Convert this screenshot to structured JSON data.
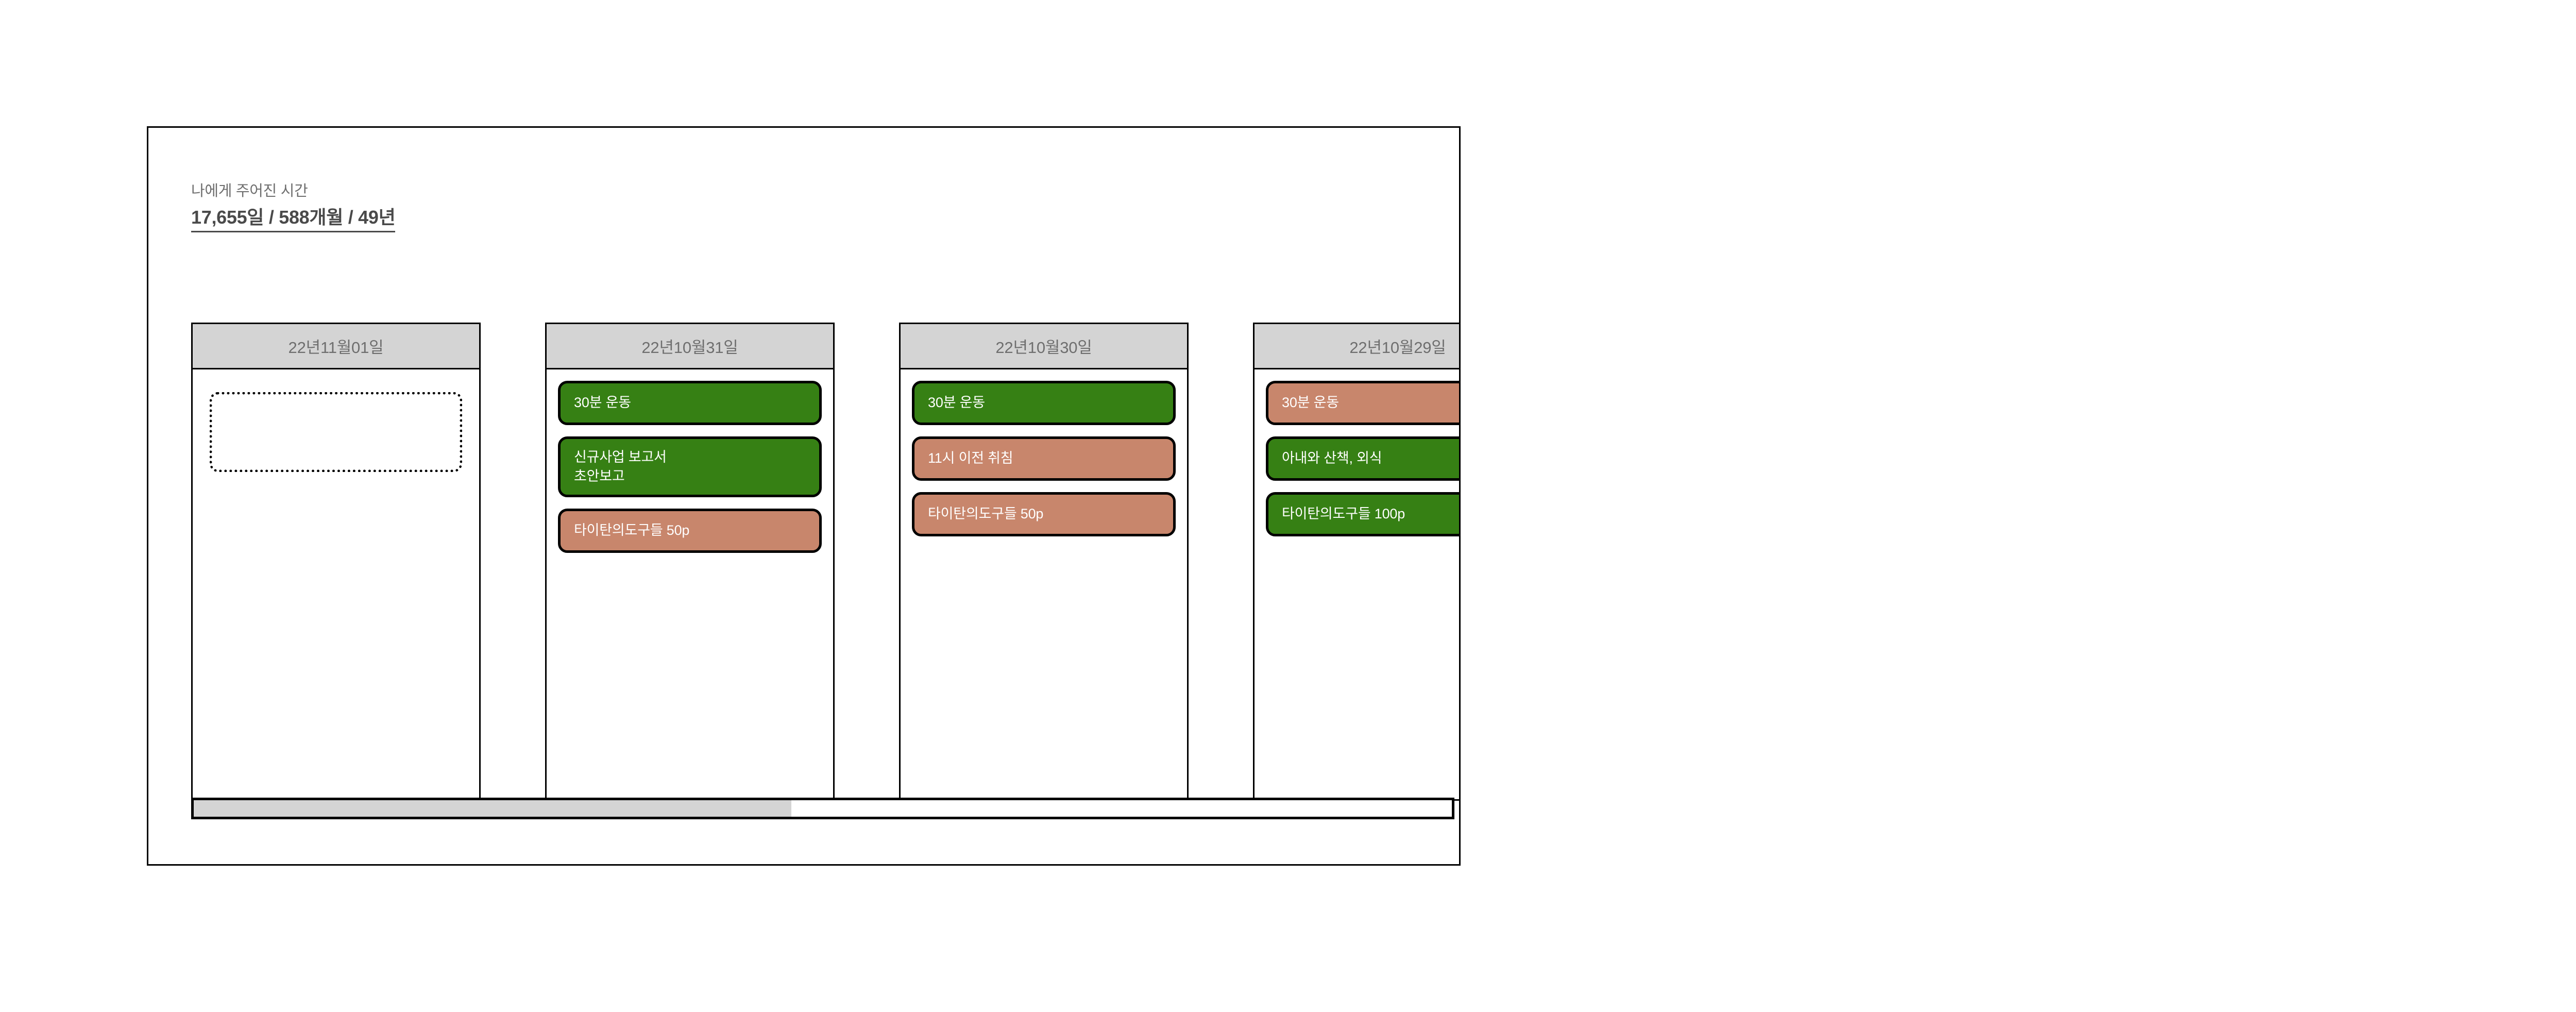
{
  "header": {
    "subtitle": "나에게 주어진 시간",
    "title": "17,655일 / 588개월 / 49년"
  },
  "colors": {
    "done_green": "#368014",
    "missed_salmon": "#c8866c",
    "column_header_gray": "#d4d4d4",
    "text_gray": "#6e6e6e",
    "border_black": "#000000",
    "scrollbar_thumb": "#d4d4d4"
  },
  "columns": [
    {
      "date": "22년11월01일",
      "has_placeholder": true,
      "cards": []
    },
    {
      "date": "22년10월31일",
      "has_placeholder": false,
      "cards": [
        {
          "label": "30분 운동",
          "status": "green",
          "tall": false
        },
        {
          "label": "신규사업 보고서\n초안보고",
          "status": "green",
          "tall": true
        },
        {
          "label": "타이탄의도구들 50p",
          "status": "salmon",
          "tall": false
        }
      ]
    },
    {
      "date": "22년10월30일",
      "has_placeholder": false,
      "cards": [
        {
          "label": "30분 운동",
          "status": "green",
          "tall": false
        },
        {
          "label": "11시 이전 취침",
          "status": "salmon",
          "tall": false
        },
        {
          "label": "타이탄의도구들 50p",
          "status": "salmon",
          "tall": false
        }
      ]
    },
    {
      "date": "22년10월29일",
      "has_placeholder": false,
      "cards": [
        {
          "label": "30분 운동",
          "status": "salmon",
          "tall": false
        },
        {
          "label": "아내와 산책, 외식",
          "status": "green",
          "tall": false
        },
        {
          "label": "타이탄의도구들 100p",
          "status": "green",
          "tall": false
        }
      ]
    }
  ],
  "scrollbar": {
    "thumb_width_percent": "47.5%"
  }
}
